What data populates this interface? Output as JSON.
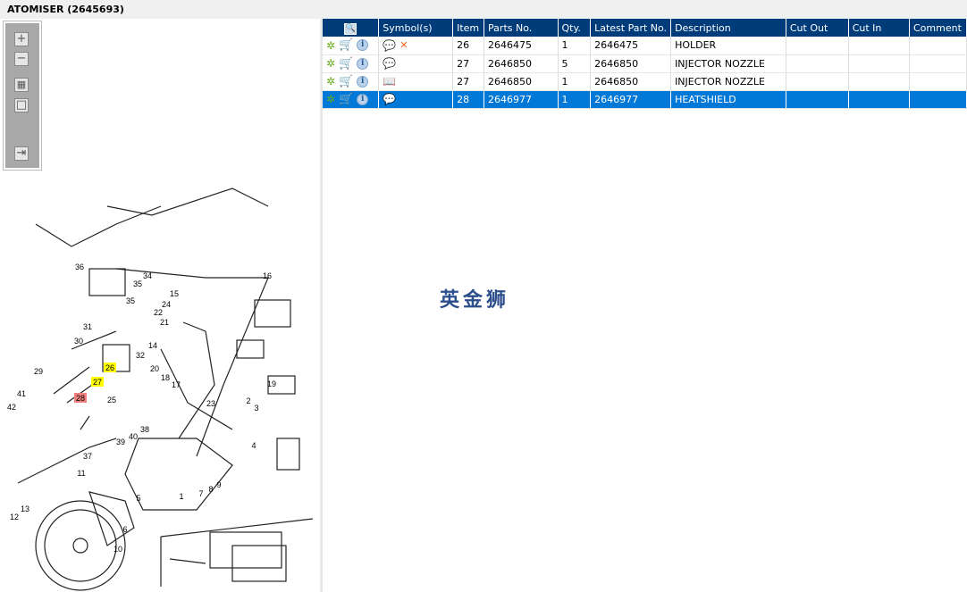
{
  "title": "ATOMISER (2645693)",
  "toolbar": {
    "zoom_in": "+",
    "zoom_out": "−",
    "fit": "▦",
    "actual": "□",
    "export": "⇥"
  },
  "table": {
    "columns": [
      "",
      "Symbol(s)",
      "Item",
      "Parts No.",
      "Qty.",
      "Latest Part No.",
      "Description",
      "Cut Out",
      "Cut In",
      "Comment"
    ],
    "rows": [
      {
        "item": "26",
        "part": "2646475",
        "qty": "1",
        "latest": "2646475",
        "desc": "HOLDER",
        "cut_out": "",
        "cut_in": "",
        "comment": "",
        "symbols": [
          "comment-icon",
          "remove-icon"
        ],
        "selected": false
      },
      {
        "item": "27",
        "part": "2646850",
        "qty": "5",
        "latest": "2646850",
        "desc": "INJECTOR NOZZLE",
        "cut_out": "",
        "cut_in": "",
        "comment": "",
        "symbols": [
          "comment-icon"
        ],
        "selected": false
      },
      {
        "item": "27",
        "part": "2646850",
        "qty": "1",
        "latest": "2646850",
        "desc": "INJECTOR NOZZLE",
        "cut_out": "",
        "cut_in": "",
        "comment": "",
        "symbols": [
          "book-search-icon"
        ],
        "selected": false
      },
      {
        "item": "28",
        "part": "2646977",
        "qty": "1",
        "latest": "2646977",
        "desc": "HEATSHIELD",
        "cut_out": "",
        "cut_in": "",
        "comment": "",
        "symbols": [
          "comment-icon"
        ],
        "selected": true
      }
    ]
  },
  "watermark": "英金狮",
  "callouts": [
    "36",
    "34",
    "35",
    "15",
    "16",
    "35",
    "24",
    "22",
    "21",
    "31",
    "14",
    "30",
    "32",
    "26",
    "20",
    "18",
    "17",
    "29",
    "27",
    "41",
    "28",
    "25",
    "19",
    "42",
    "2",
    "23",
    "3",
    "38",
    "40",
    "39",
    "4",
    "37",
    "11",
    "1",
    "7",
    "8",
    "9",
    "5",
    "13",
    "12",
    "6",
    "10"
  ],
  "highlight_colors": {
    "yellow": "#ffff00",
    "red": "#f08080"
  }
}
